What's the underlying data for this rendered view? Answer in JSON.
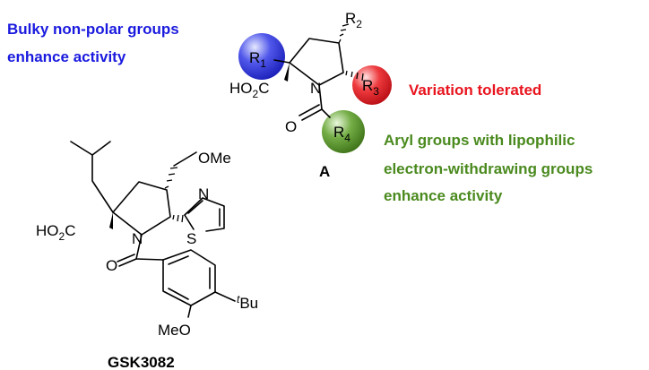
{
  "annotations": {
    "bulky_line1": "Bulky non-polar groups",
    "bulky_line2": "enhance activity",
    "variation": "Variation tolerated",
    "aryl_line1": "Aryl groups with lipophilic",
    "aryl_line2": "electron-withdrawing groups",
    "aryl_line3": "enhance activity"
  },
  "scaffold": {
    "label": "A",
    "r1": "R",
    "r1_sub": "1",
    "r2": "R",
    "r2_sub": "2",
    "r3": "R",
    "r3_sub": "3",
    "r4": "R",
    "r4_sub": "4",
    "acid_ho": "HO",
    "acid_sub": "2",
    "acid_c": "C",
    "nitrogen": "N",
    "oxygen": "O"
  },
  "compound": {
    "name": "GSK3082",
    "acid_ho": "HO",
    "acid_sub": "2",
    "acid_c": "C",
    "nitrogen": "N",
    "oxygen": "O",
    "ome_top": "OMe",
    "thiazole_n": "N",
    "thiazole_s": "S",
    "tbu_prefix": "t",
    "tbu_suffix": "Bu",
    "meo": "MeO"
  },
  "colors": {
    "blue": "#1a1adf",
    "red": "#e8141e",
    "green": "#4a8a1e",
    "r1_sphere": "#3c43e0",
    "r3_sphere": "#e8242a",
    "r4_sphere": "#6aa23e"
  }
}
